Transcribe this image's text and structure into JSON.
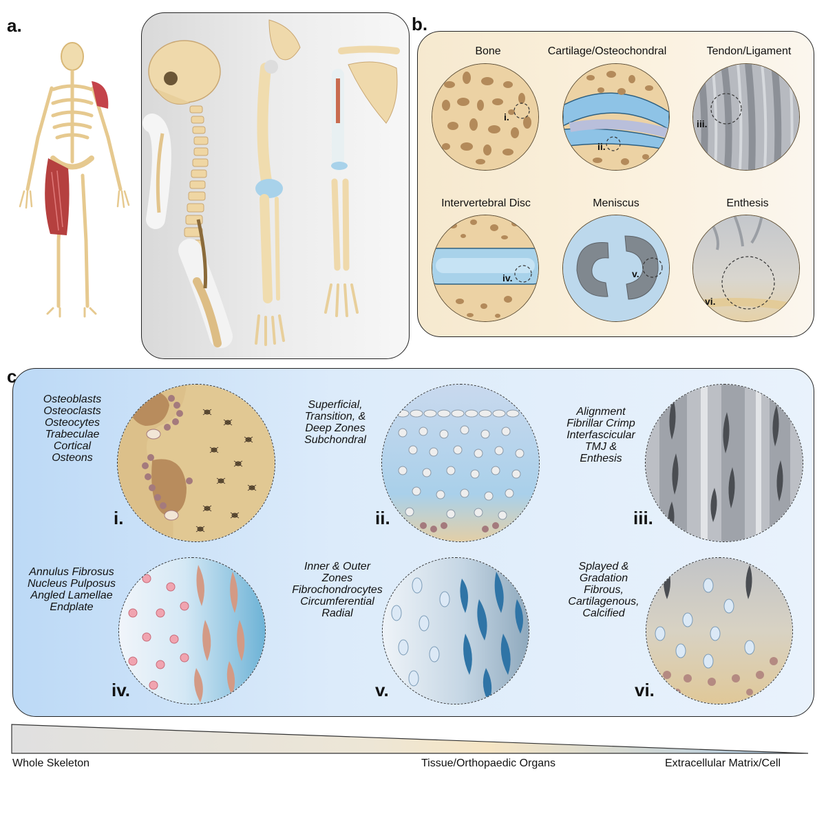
{
  "panels": {
    "a": {
      "letter": "a."
    },
    "b": {
      "letter": "b.",
      "tissues": [
        {
          "title": "Bone",
          "marker": "i."
        },
        {
          "title": "Cartilage/Osteochondral",
          "marker": "ii."
        },
        {
          "title": "Tendon/Ligament",
          "marker": "iii."
        },
        {
          "title": "Intervertebral Disc",
          "marker": "iv."
        },
        {
          "title": "Meniscus",
          "marker": "v."
        },
        {
          "title": "Enthesis",
          "marker": "vi."
        }
      ]
    },
    "c": {
      "letter": "c.",
      "details": [
        {
          "roman": "i.",
          "lines": [
            "Osteoblasts",
            "Osteoclasts",
            "Osteocytes",
            "Trabeculae",
            "Cortical",
            "Osteons"
          ]
        },
        {
          "roman": "ii.",
          "lines": [
            "Superficial,",
            "Transition, &",
            "Deep Zones",
            "Subchondral"
          ]
        },
        {
          "roman": "iii.",
          "lines": [
            "Alignment",
            "Fibrillar Crimp",
            "Interfascicular",
            "TMJ &",
            "Enthesis"
          ]
        },
        {
          "roman": "iv.",
          "lines": [
            "Annulus Fibrosus",
            "Nucleus Pulposus",
            "Angled Lamellae",
            "Endplate"
          ]
        },
        {
          "roman": "v.",
          "lines": [
            "Inner & Outer",
            "Zones",
            "Fibrochondrocytes",
            "Circumferential",
            "Radial"
          ]
        },
        {
          "roman": "vi.",
          "lines": [
            "Splayed &",
            "Gradation",
            "Fibrous,",
            "Cartilagenous,",
            "Calcified"
          ]
        }
      ]
    }
  },
  "scale": {
    "left": "Whole Skeleton",
    "middle": "Tissue/Orthopaedic Organs",
    "right": "Extracellular Matrix/Cell"
  },
  "colors": {
    "bone": "#ecd7ae",
    "bone_dark": "#b89a6a",
    "muscle": "#b5403f",
    "cartilage_blue": "#a8d2ea",
    "tendon_gray": "#9ea2a9",
    "cell_pink": "#e8a3ad",
    "fibro_blue": "#2f74a6"
  }
}
